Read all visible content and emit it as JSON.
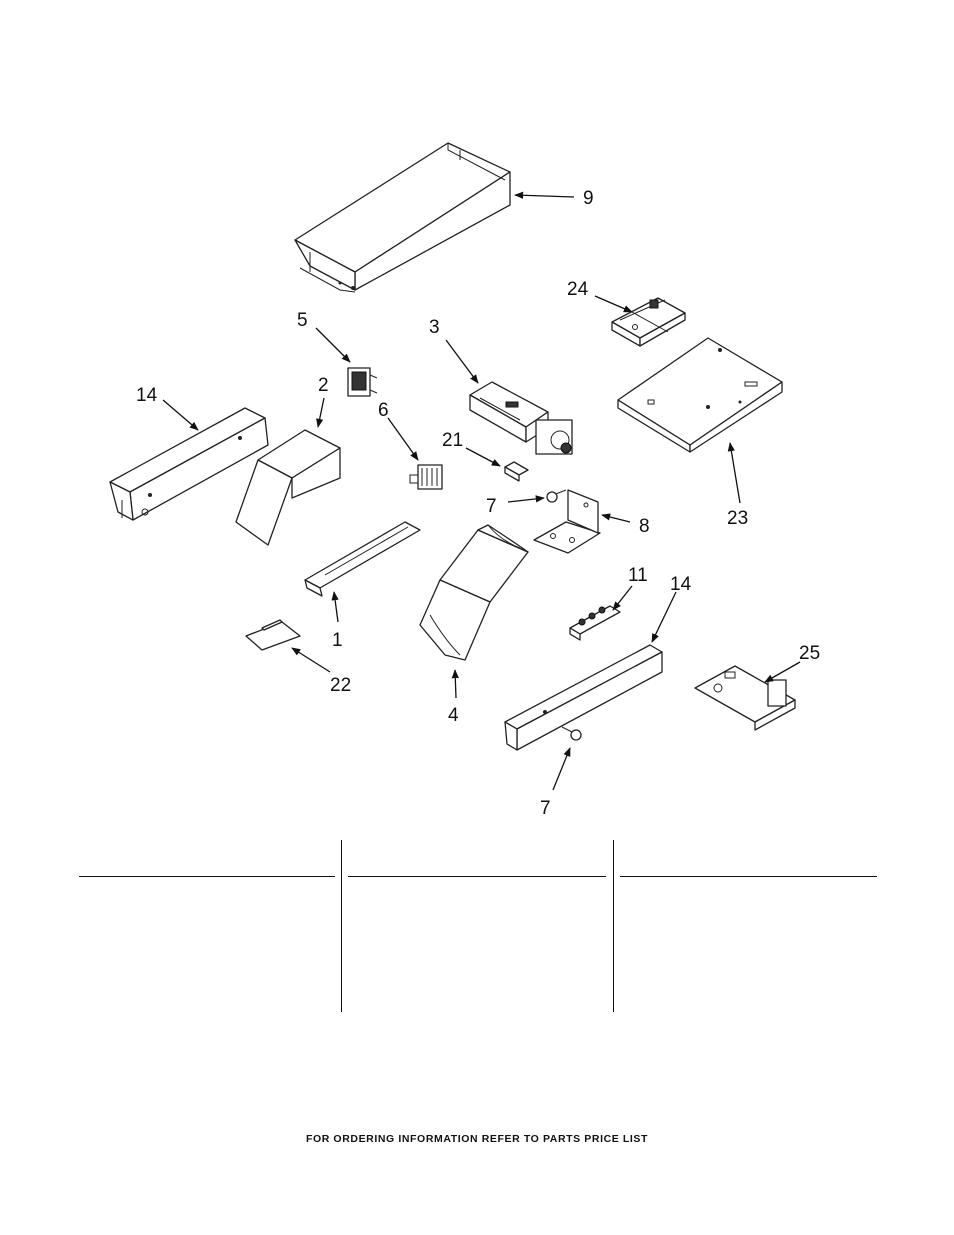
{
  "callouts": [
    {
      "id": "c9",
      "label": "9"
    },
    {
      "id": "c24",
      "label": "24"
    },
    {
      "id": "c5",
      "label": "5"
    },
    {
      "id": "c3",
      "label": "3"
    },
    {
      "id": "c2",
      "label": "2"
    },
    {
      "id": "c14a",
      "label": "14"
    },
    {
      "id": "c6",
      "label": "6"
    },
    {
      "id": "c21",
      "label": "21"
    },
    {
      "id": "c7a",
      "label": "7"
    },
    {
      "id": "c8",
      "label": "8"
    },
    {
      "id": "c23",
      "label": "23"
    },
    {
      "id": "c1",
      "label": "1"
    },
    {
      "id": "c11",
      "label": "11"
    },
    {
      "id": "c14b",
      "label": "14"
    },
    {
      "id": "c22",
      "label": "22"
    },
    {
      "id": "c4",
      "label": "4"
    },
    {
      "id": "c25",
      "label": "25"
    },
    {
      "id": "c7b",
      "label": "7"
    }
  ],
  "footer": {
    "text": "FOR ORDERING INFORMATION REFER TO PARTS PRICE LIST"
  }
}
